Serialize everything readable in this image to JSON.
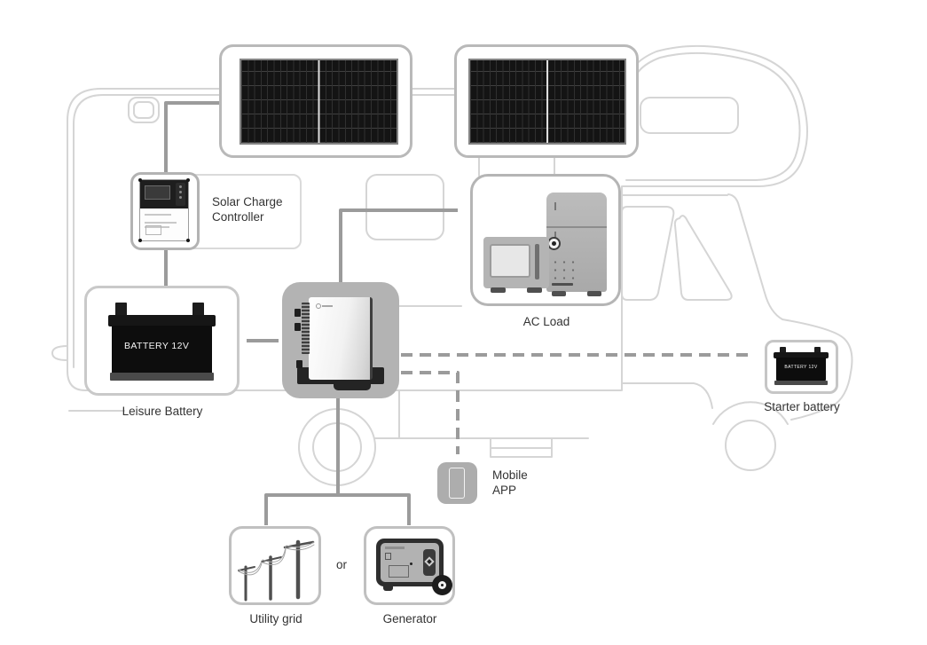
{
  "colors": {
    "rv_outline": "#d5d5d5",
    "wire": "#9b9b9b",
    "box_border": "#c6c6c6",
    "device_gray": "#b3b3b3",
    "panel_black": "#141414",
    "label_text": "#333333"
  },
  "nodes": {
    "solar_panel_1": {
      "icon": "solar-panel-icon"
    },
    "solar_panel_2": {
      "icon": "solar-panel-icon"
    },
    "controller": {
      "line1": "Solar Charge",
      "line2": "Controller",
      "icon": "charge-controller-icon"
    },
    "leisure_battery": {
      "label": "Leisure Battery",
      "device_text": "BATTERY 12V",
      "icon": "battery-icon"
    },
    "inverter": {
      "icon": "inverter-icon"
    },
    "ac_load": {
      "label": "AC Load",
      "icons": [
        "microwave-icon",
        "refrigerator-icon"
      ]
    },
    "starter_battery": {
      "label": "Starter battery",
      "device_text": "BATTERY 12V",
      "icon": "battery-icon"
    },
    "mobile_app": {
      "line1": "Mobile",
      "line2": "APP",
      "icon": "smartphone-icon"
    },
    "utility_grid": {
      "label": "Utility grid",
      "icon": "power-lines-icon"
    },
    "generator": {
      "label": "Generator",
      "icon": "generator-icon"
    },
    "or_label": "or"
  },
  "connections": [
    {
      "from": "solar_panel_1",
      "to": "controller",
      "style": "solid"
    },
    {
      "from": "controller",
      "to": "leisure_battery",
      "style": "solid"
    },
    {
      "from": "leisure_battery",
      "to": "inverter",
      "style": "solid"
    },
    {
      "from": "solar_panel_2",
      "to": "inverter",
      "style": "solid"
    },
    {
      "from": "inverter",
      "to": "utility_grid",
      "style": "solid"
    },
    {
      "from": "inverter",
      "to": "generator",
      "style": "solid"
    },
    {
      "from": "inverter",
      "to": "starter_battery",
      "style": "dashed"
    },
    {
      "from": "inverter",
      "to": "mobile_app",
      "style": "dashed"
    }
  ],
  "background": "recreational-vehicle-outline"
}
